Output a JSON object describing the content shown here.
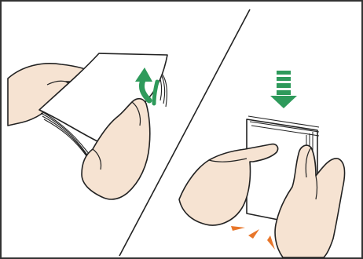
{
  "figure": {
    "panels": [
      {
        "id": "fan-paper",
        "arrow": "curved-up-arrow",
        "arrow_color": "#2e9a5b"
      },
      {
        "id": "tap-paper",
        "arrow": "striped-down-arrow",
        "arrow_color": "#2e9a5b",
        "impact_color": "#e8762a"
      }
    ],
    "colors": {
      "border": "#333333",
      "skin": "#f6e3d2",
      "outline": "#222222",
      "paper": "#ffffff",
      "divider": "#222222"
    }
  }
}
